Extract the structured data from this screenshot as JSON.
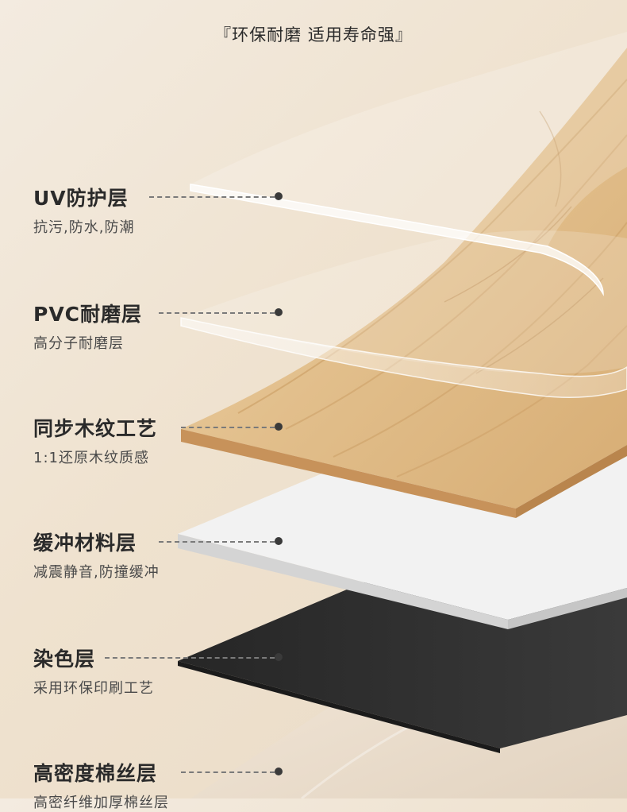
{
  "title": "『环保耐磨 适用寿命强』",
  "layers": [
    {
      "name": "UV防护层",
      "desc": "抗污,防水,防潮"
    },
    {
      "name": "PVC耐磨层",
      "desc": "高分子耐磨层"
    },
    {
      "name": "同步木纹工艺",
      "desc": "1:1还原木纹质感"
    },
    {
      "name": "缓冲材料层",
      "desc": "减震静音,防撞缓冲"
    },
    {
      "name": "染色层",
      "desc": "采用环保印刷工艺"
    },
    {
      "name": "高密度棉丝层",
      "desc": "高密纤维加厚棉丝层"
    }
  ],
  "colors": {
    "background": "#efe2cf",
    "wood": "#e3c191",
    "wood_grain": "#c99c62",
    "foam": "#f2f2f2",
    "black": "#2e2e2e",
    "felt": "#e9dccb"
  }
}
